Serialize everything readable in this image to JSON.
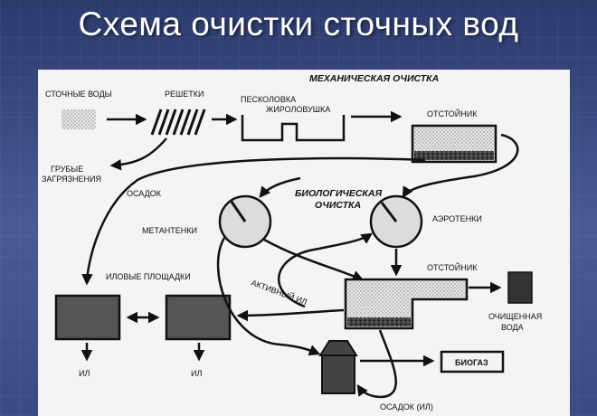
{
  "title": "Схема очистки сточных вод",
  "diagram": {
    "section_mechanical": "МЕХАНИЧЕСКАЯ ОЧИСТКА",
    "section_biological_1": "БИОЛОГИЧЕСКАЯ",
    "section_biological_2": "ОЧИСТКА",
    "wastewater": "СТОЧНЫЕ ВОДЫ",
    "grates": "РЕШЕТКИ",
    "sand_trap": "ПЕСКОЛОВКА",
    "grease_trap": "ЖИРОЛОВУШКА",
    "settler_top": "ОТСТОЙНИК",
    "coarse_1": "ГРУБЫЕ",
    "coarse_2": "ЗАГРЯЗНЕНИЯ",
    "sediment": "ОСАДОК",
    "methane_tanks": "МЕТАНТЕНКИ",
    "aerotanks": "АЭРОТЕНКИ",
    "sludge_beds": "ИЛОВЫЕ ПЛОЩАДКИ",
    "active_sludge": "АКТИВНЫЙ ИЛ",
    "settler_bottom": "ОТСТОЙНИК",
    "clean_1": "ОЧИЩЕННАЯ",
    "clean_2": "ВОДА",
    "sludge_left": "ИЛ",
    "sludge_right": "ИЛ",
    "biogas": "БИОГАЗ",
    "sediment_sludge": "ОСАДОК (ИЛ)"
  }
}
